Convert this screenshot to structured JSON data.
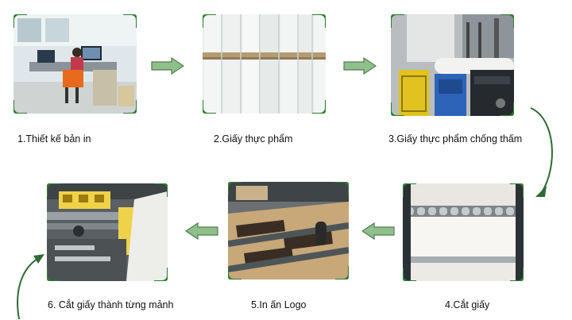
{
  "steps": [
    {
      "label": "1.Thiết kế bản in"
    },
    {
      "label": "2.Giấy thực phẩm"
    },
    {
      "label": "3.Giấy thực phẩm chống thấm"
    },
    {
      "label": "4.Cắt giấy"
    },
    {
      "label": "5.In ấn Logo"
    },
    {
      "label": "6. Cắt giấy thành từng mảnh"
    }
  ],
  "colors": {
    "accent": "#2e7d32",
    "arrow_fill": "#8fbf8b",
    "arrow_stroke": "#4f7f4f"
  }
}
